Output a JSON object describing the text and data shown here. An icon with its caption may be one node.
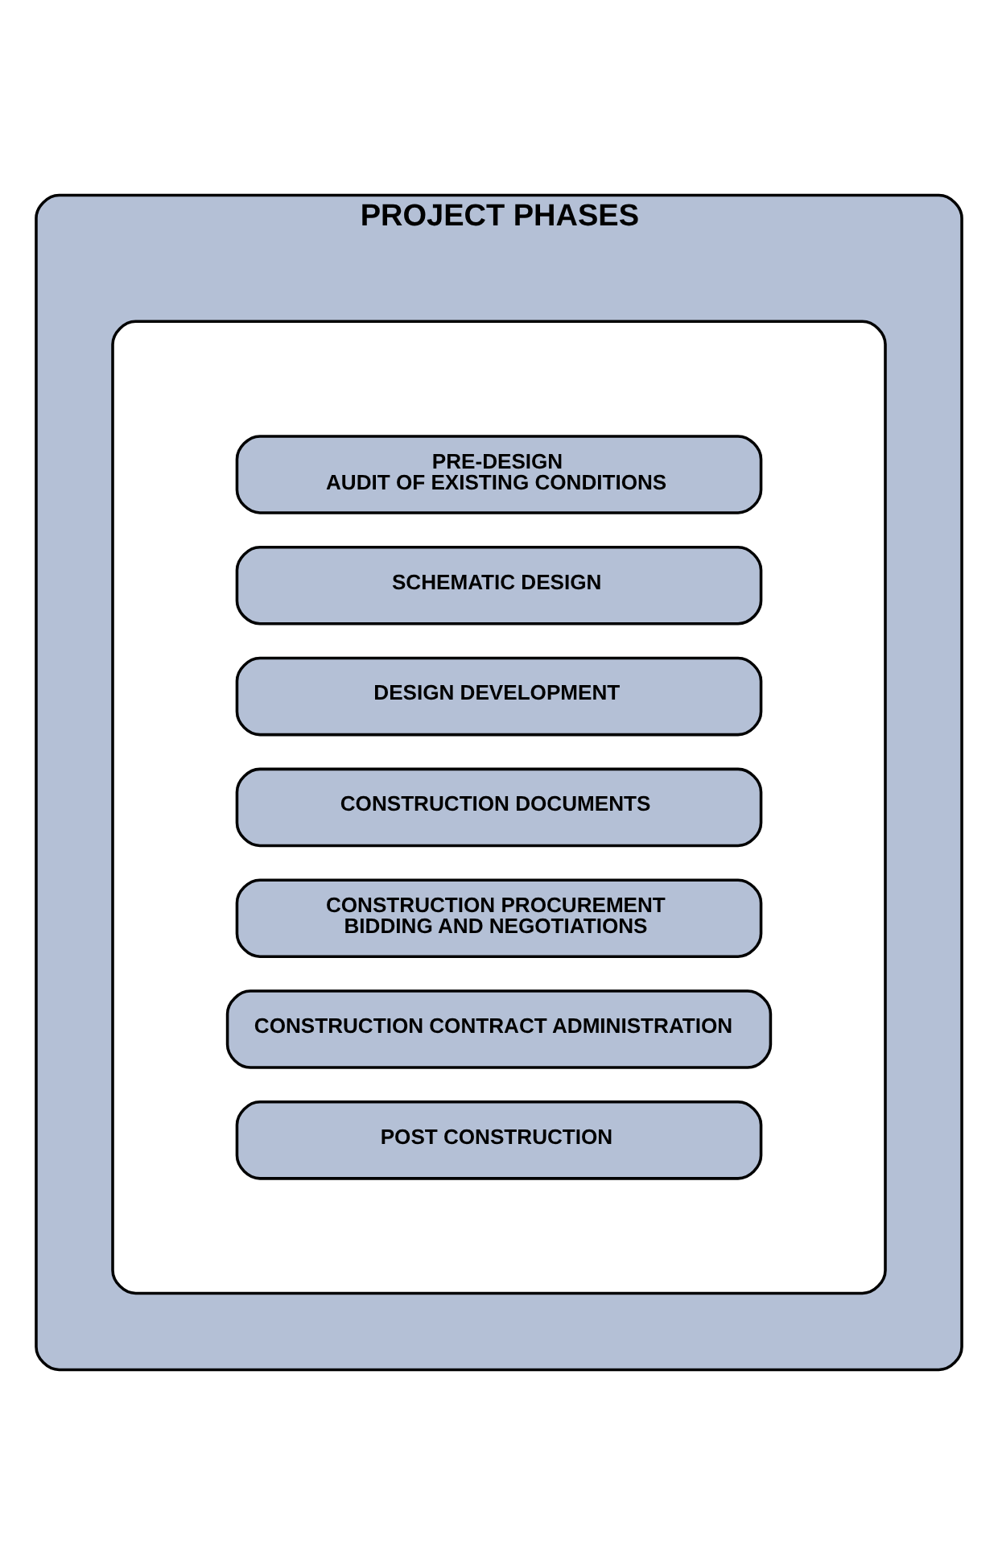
{
  "diagram": {
    "nodes": [
      {
        "text": [
          "PROJECT PHASES"
        ]
      },
      {
        "text": [],
        "shape": "box",
        "in": 0
      },
      {
        "text": [
          "PRE-DESIGN",
          "AUDIT OF EXISTING CONDITIONS"
        ],
        "in": 1
      },
      {
        "text": [
          "SCHEMATIC DESIGN"
        ],
        "in": 1
      },
      {
        "text": [
          "DESIGN DEVELOPMENT"
        ],
        "in": 1
      },
      {
        "text": [
          "CONSTRUCTION DOCUMENTS"
        ],
        "in": 1
      },
      {
        "text": [
          "CONSTRUCTION PROCUREMENT",
          "BIDDING AND NEGOTIATIONS"
        ],
        "in": 1
      },
      {
        "text": [
          "CONSTRUCTION CONTRACT ADMINISTRATION"
        ],
        "in": 1
      },
      {
        "text": [
          "POST CONSTRUCTION"
        ],
        "in": 1
      }
    ],
    "edges": []
  }
}
